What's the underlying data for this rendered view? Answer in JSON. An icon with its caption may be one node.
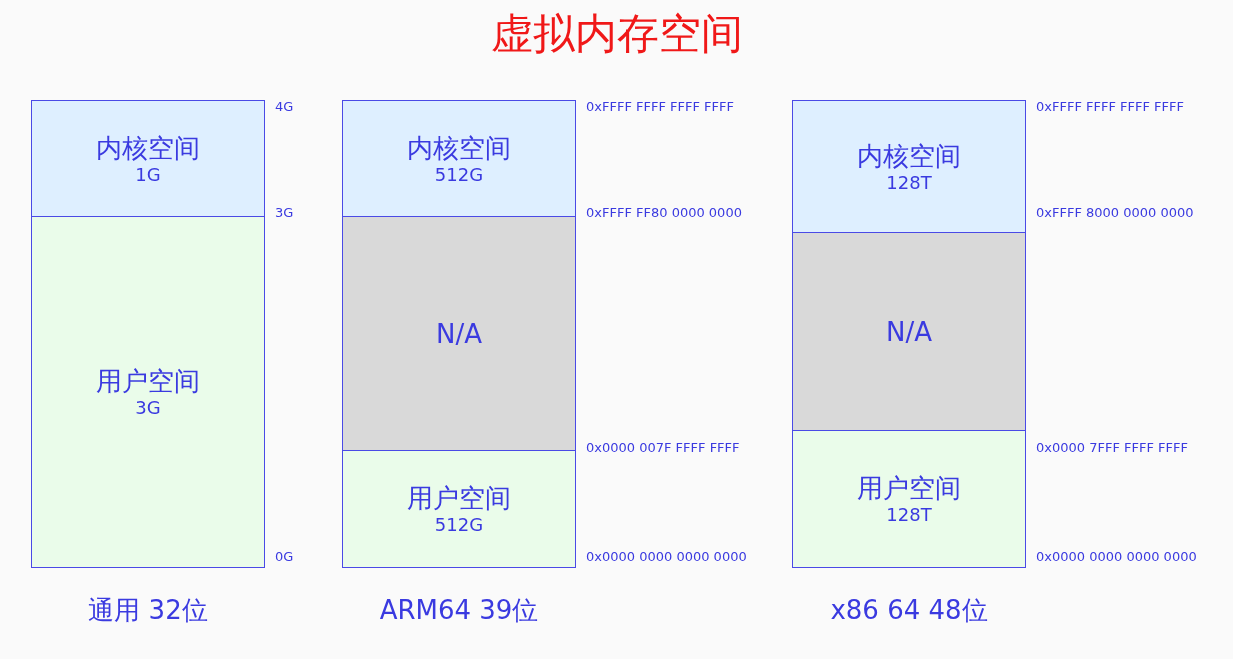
{
  "diagram": {
    "title": "虚拟内存空间",
    "nodes": [
      {
        "text": [
          "内核空间",
          "1G"
        ]
      },
      {
        "text": [
          "用户空间",
          "3G"
        ]
      },
      {
        "text": [
          "内核空间",
          "512G"
        ]
      },
      {
        "text": [
          "N/A"
        ]
      },
      {
        "text": [
          "用户空间",
          "512G"
        ]
      },
      {
        "text": [
          "内核空间",
          "128T"
        ]
      },
      {
        "text": [
          "N/A"
        ]
      },
      {
        "text": [
          "用户空间",
          "128T"
        ]
      }
    ],
    "labels": [
      "4G",
      "3G",
      "0G",
      "通用 32位",
      "0xFFFF FFFF FFFF FFFF",
      "0xFFFF FF80 0000 0000",
      "0x0000 007F FFFF FFFF",
      "0x0000 0000 0000 0000",
      "ARM64 39位",
      "0xFFFF FFFF FFFF FFFF",
      "0xFFFF 8000 0000 0000",
      "0x0000 7FFF FFFF FFFF",
      "0x0000 0000 0000 0000",
      "x86 64 48位"
    ]
  }
}
